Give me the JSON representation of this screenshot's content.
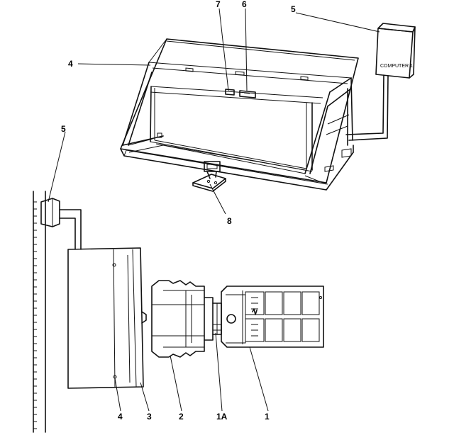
{
  "callouts": {
    "top_7": "7",
    "top_6": "6",
    "top_5": "5",
    "top_4": "4",
    "top_8": "8",
    "left_5": "5",
    "bottom_4": "4",
    "bottom_3": "3",
    "bottom_2": "2",
    "bottom_1a": "1A",
    "bottom_1": "1"
  },
  "computer_box_label": "COMPUTER 1"
}
